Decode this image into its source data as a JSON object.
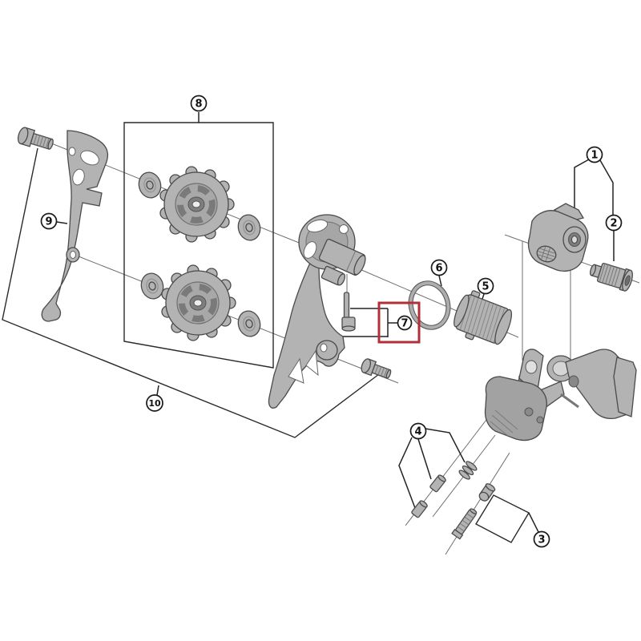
{
  "figure_type": "exploded-parts-diagram",
  "callouts": [
    {
      "label": "1"
    },
    {
      "label": "2"
    },
    {
      "label": "3"
    },
    {
      "label": "4"
    },
    {
      "label": "5"
    },
    {
      "label": "6"
    },
    {
      "label": "7"
    },
    {
      "label": "8"
    },
    {
      "label": "9"
    },
    {
      "label": "10"
    }
  ],
  "highlight": {
    "part_label": "7",
    "color": "#b13038"
  },
  "colors": {
    "background": "#ffffff",
    "part_fill": "#b3b3b3",
    "outline": "#4a4a4a",
    "thin_line": "#6f6f6f",
    "bracket_line": "#232323"
  }
}
